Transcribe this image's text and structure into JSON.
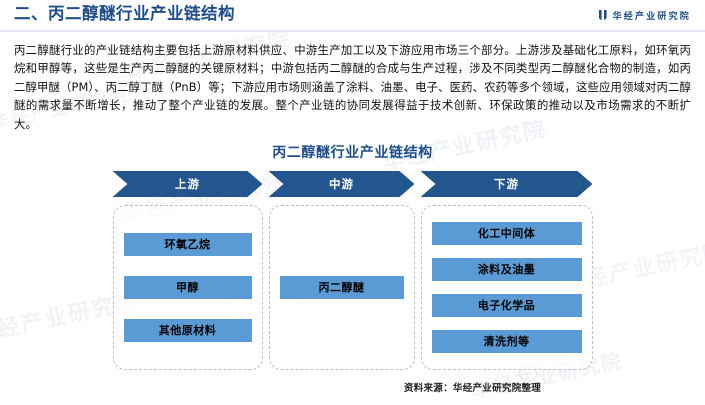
{
  "header": {
    "section_title": "二、丙二醇醚行业产业链结构",
    "brand_name": "华经产业研究院",
    "brand_icon": "bookmark-icon",
    "accent_color": "#1f4e8c"
  },
  "body": {
    "paragraph": "丙二醇醚行业的产业链结构主要包括上游原材料供应、中游生产加工以及下游应用市场三个部分。上游涉及基础化工原料，如环氧丙烷和甲醇等，这些是生产丙二醇醚的关键原材料；中游包括丙二醇醚的合成与生产过程，涉及不同类型丙二醇醚化合物的制造，如丙二醇甲醚（PM）、丙二醇丁醚（PnB）等；下游应用市场则涵盖了涂料、油墨、电子、医药、农药等多个领域，这些应用领域对丙二醇醚的需求量不断增长，推动了整个产业链的发展。整个产业链的协同发展得益于技术创新、环保政策的推动以及市场需求的不断扩大。"
  },
  "chart_data": {
    "type": "diagram",
    "title": "丙二醇醚行业产业链结构",
    "stages": [
      {
        "id": "upstream",
        "label": "上游",
        "items": [
          "环氧乙烷",
          "甲醇",
          "其他原材料"
        ]
      },
      {
        "id": "midstream",
        "label": "中游",
        "items": [
          "丙二醇醚"
        ]
      },
      {
        "id": "downstream",
        "label": "下游",
        "items": [
          "化工中间体",
          "涂料及油墨",
          "电子化学品",
          "清洗剂等"
        ]
      }
    ],
    "banner_color": "#23558f",
    "chip_color": "#5b9bd5",
    "container_border": "dashed #b9c0c8"
  },
  "footer": {
    "source": "资料来源：华经产业研究院整理"
  },
  "watermark": {
    "text": "华经产业研究院"
  }
}
